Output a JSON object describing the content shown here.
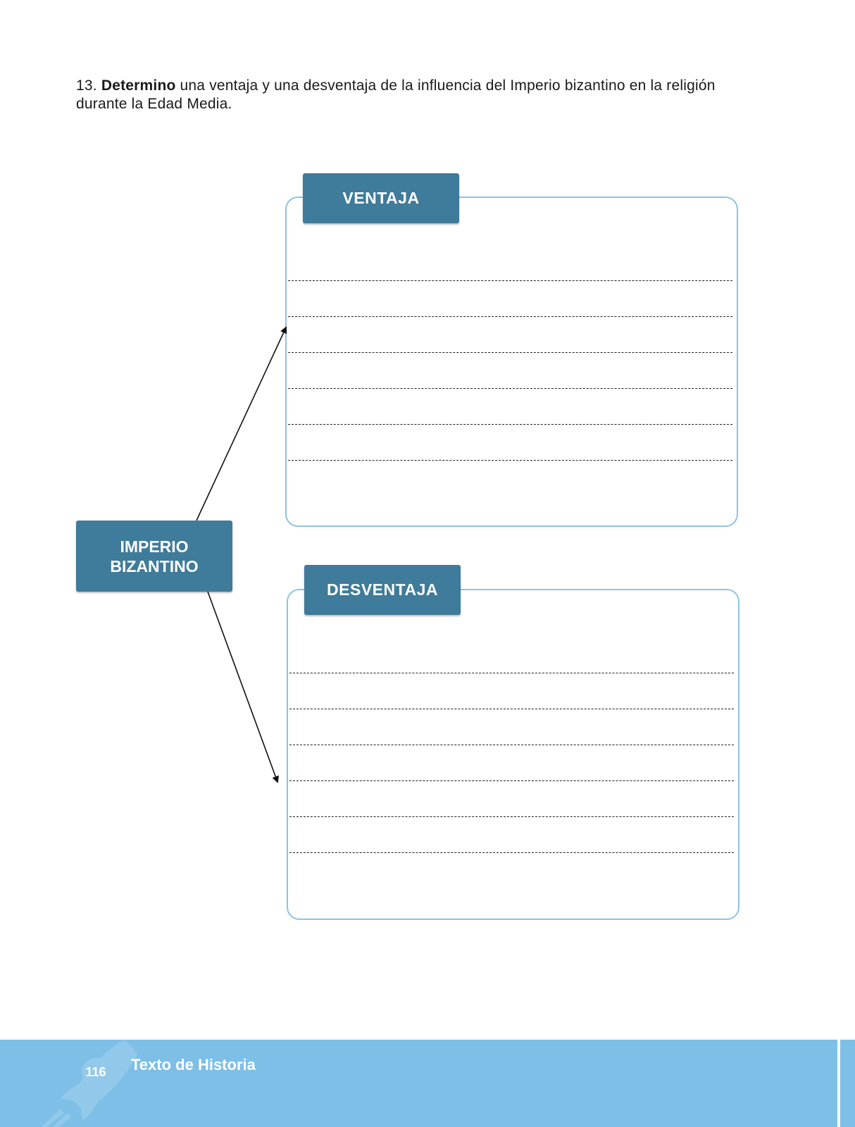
{
  "question": {
    "number": "13.",
    "verb": "Determino",
    "text": "una ventaja y una desventaja de la influencia del Imperio bizantino en la religión durante la Edad Media."
  },
  "diagram": {
    "root_line1": "IMPERIO",
    "root_line2": "BIZANTINO",
    "advantage_label": "VENTAJA",
    "disadvantage_label": "DESVENTAJA"
  },
  "footer": {
    "page_number": "116",
    "book_title": "Texto de Historia"
  },
  "colors": {
    "label_fill": "#3f7b9a",
    "box_border": "#8cc4e4",
    "footer_band": "#7dbfe7"
  }
}
